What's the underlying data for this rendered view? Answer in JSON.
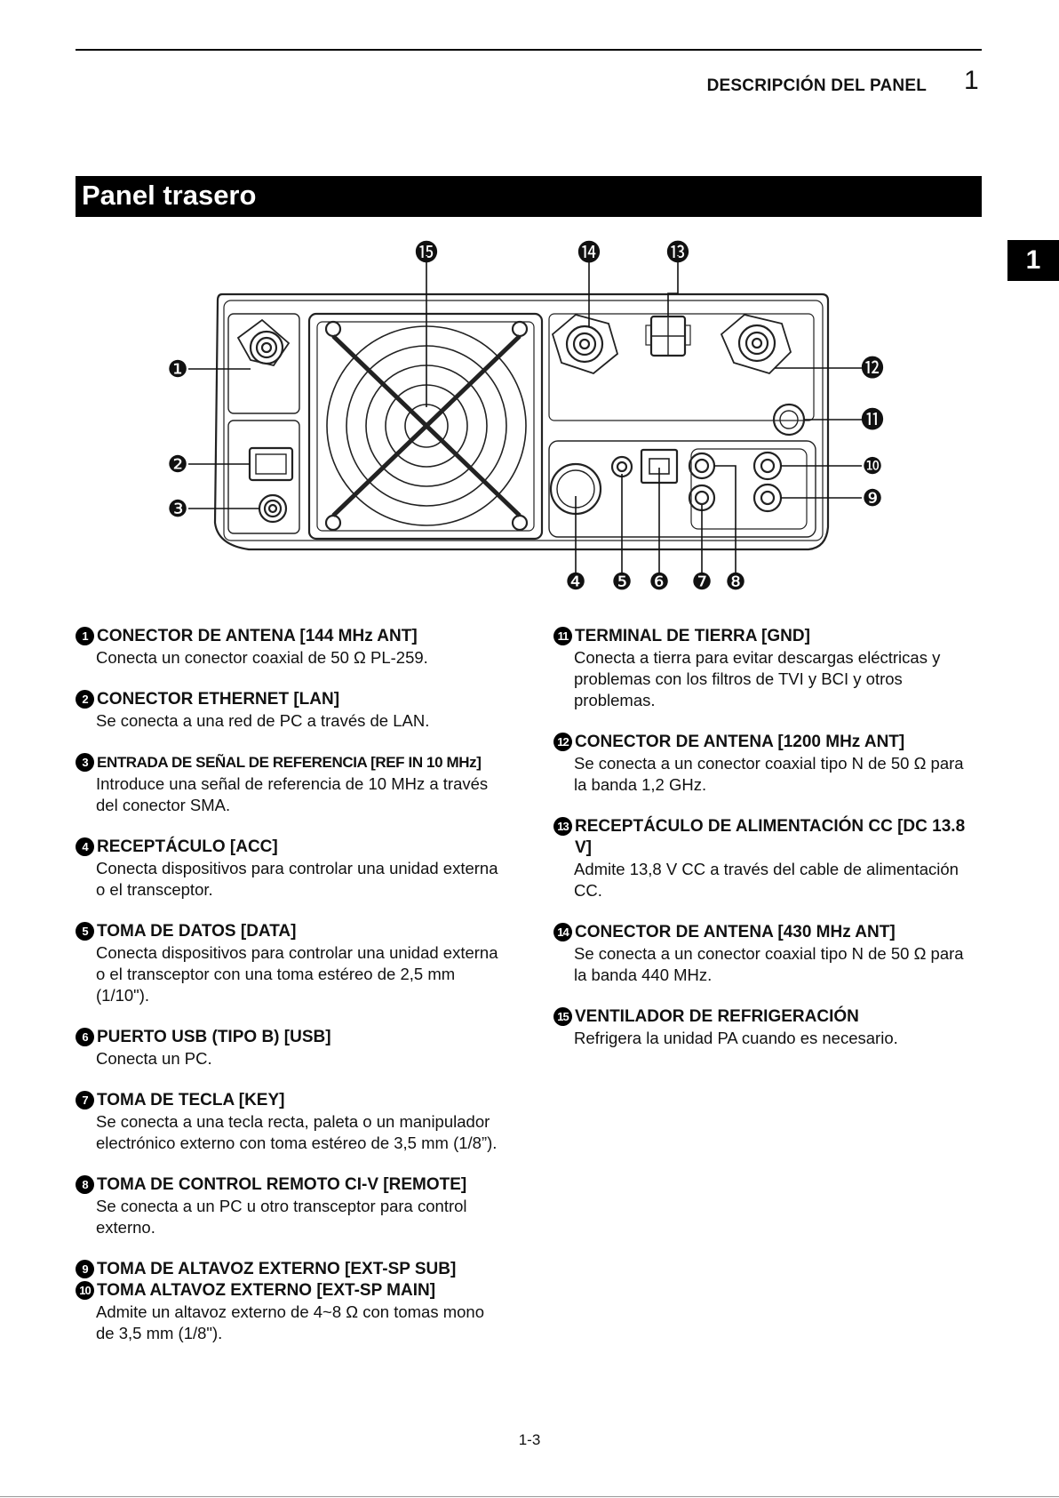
{
  "header": {
    "running_title": "DESCRIPCIÓN DEL PANEL",
    "chapter_number": "1"
  },
  "section": {
    "title": "Panel trasero"
  },
  "side_tab": {
    "label": "1"
  },
  "diagram": {
    "callouts": [
      "❶",
      "❷",
      "❸",
      "❹",
      "❺",
      "❻",
      "❼",
      "❽",
      "❾",
      "❿",
      "⓫",
      "⓬",
      "⓭",
      "⓮",
      "⓯"
    ]
  },
  "items_left": [
    {
      "num": "1",
      "title": "CONECTOR DE ANTENA [144 MHz ANT]",
      "body": "Conecta un conector coaxial de 50 Ω PL-259."
    },
    {
      "num": "2",
      "title": "CONECTOR ETHERNET [LAN]",
      "body": "Se conecta a una red de PC a través de LAN."
    },
    {
      "num": "3",
      "title": "ENTRADA DE SEÑAL DE REFERENCIA [REF IN 10 MHz]",
      "body": "Introduce una señal de referencia de 10 MHz a través del conector SMA."
    },
    {
      "num": "4",
      "title": "RECEPTÁCULO [ACC]",
      "body": "Conecta dispositivos para controlar una unidad externa o el transceptor."
    },
    {
      "num": "5",
      "title": "TOMA DE DATOS [DATA]",
      "body": "Conecta dispositivos para controlar una unidad externa o el transceptor con una toma estéreo de 2,5 mm (1/10\")."
    },
    {
      "num": "6",
      "title": "PUERTO USB (TIPO B) [USB]",
      "body": "Conecta un PC."
    },
    {
      "num": "7",
      "title": "TOMA DE TECLA [KEY]",
      "body": "Se conecta a una tecla recta, paleta o un manipulador electrónico externo con toma estéreo de 3,5 mm (1/8”)."
    },
    {
      "num": "8",
      "title": "TOMA DE CONTROL REMOTO CI-V [REMOTE]",
      "body": "Se conecta a un PC u otro transceptor para control externo."
    },
    {
      "num": "9",
      "title": "TOMA DE ALTAVOZ EXTERNO [EXT-SP SUB]"
    },
    {
      "num": "10",
      "title": "TOMA ALTAVOZ EXTERNO [EXT-SP MAIN]",
      "body": "Admite un altavoz externo de 4~8 Ω con tomas mono de 3,5 mm (1/8\")."
    }
  ],
  "items_right": [
    {
      "num": "11",
      "title": "TERMINAL DE TIERRA [GND]",
      "body": "Conecta a tierra para evitar descargas eléctricas y problemas con los filtros de TVI y BCI y otros problemas."
    },
    {
      "num": "12",
      "title": "CONECTOR DE ANTENA [1200 MHz ANT]",
      "body": "Se conecta a un conector coaxial tipo N de 50 Ω para la banda 1,2 GHz."
    },
    {
      "num": "13",
      "title": "RECEPTÁCULO DE ALIMENTACIÓN CC [DC 13.8 V]",
      "body": "Admite 13,8 V CC a través del cable de alimentación CC."
    },
    {
      "num": "14",
      "title": "CONECTOR DE ANTENA [430 MHz ANT]",
      "body": "Se conecta a un conector coaxial tipo N de 50 Ω para la banda 440 MHz."
    },
    {
      "num": "15",
      "title": "VENTILADOR DE REFRIGERACIÓN",
      "body": "Refrigera la unidad PA cuando es necesario."
    }
  ],
  "footer": {
    "page_number": "1-3"
  }
}
